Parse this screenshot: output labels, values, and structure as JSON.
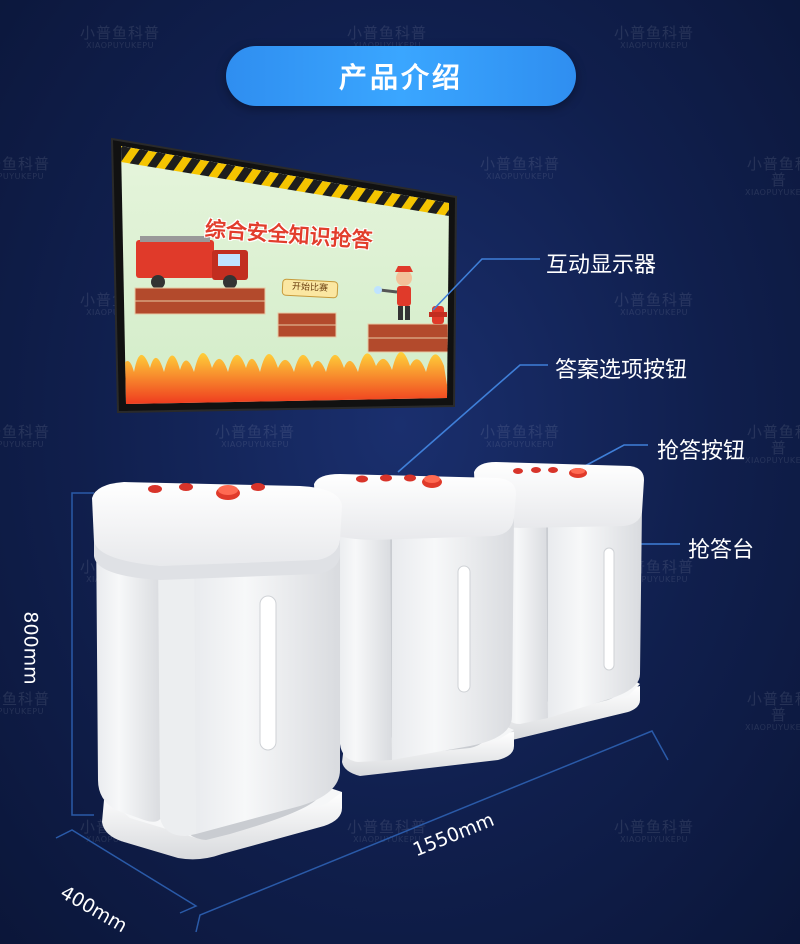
{
  "header": {
    "title": "产品介绍"
  },
  "watermark": {
    "cn": "小普鱼科普",
    "en": "XIAOPUYUKEPU"
  },
  "screen": {
    "title": "综合安全知识抢答",
    "start_button": "开始比赛"
  },
  "callouts": {
    "display": "互动显示器",
    "answer_buttons": "答案选项按钮",
    "buzzer_button": "抢答按钮",
    "podium": "抢答台"
  },
  "dimensions": {
    "height": "800mm",
    "depth": "400mm",
    "width": "1550mm"
  },
  "colors": {
    "background": "#101f4d",
    "title_pill": "#3aa6ff",
    "button_red": "#e03a2a",
    "podium_white": "#f2f2f4"
  }
}
